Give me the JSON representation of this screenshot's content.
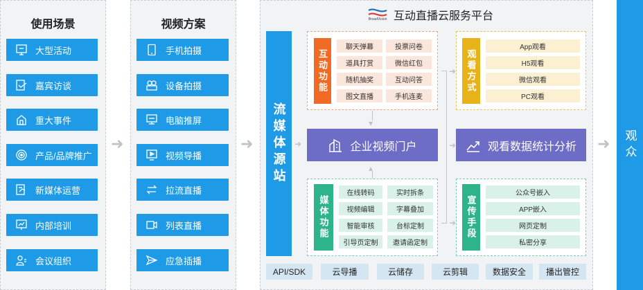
{
  "scenes": {
    "title": "使用场景",
    "items": [
      {
        "label": "大型活动",
        "icon": "event-board-icon"
      },
      {
        "label": "嘉宾访谈",
        "icon": "interview-icon"
      },
      {
        "label": "重大事件",
        "icon": "building-icon"
      },
      {
        "label": "产品/品牌推广",
        "icon": "target-icon"
      },
      {
        "label": "新媒体运营",
        "icon": "media-icon"
      },
      {
        "label": "内部培训",
        "icon": "training-board-icon"
      },
      {
        "label": "会议组织",
        "icon": "meeting-icon"
      }
    ]
  },
  "solutions": {
    "title": "视频方案",
    "items": [
      {
        "label": "手机拍摄",
        "icon": "phone-icon"
      },
      {
        "label": "设备拍摄",
        "icon": "camera-devices-icon"
      },
      {
        "label": "电脑推屏",
        "icon": "monitor-icon"
      },
      {
        "label": "视频导播",
        "icon": "video-director-icon"
      },
      {
        "label": "拉流直播",
        "icon": "swap-arrows-icon"
      },
      {
        "label": "列表直播",
        "icon": "video-list-icon"
      },
      {
        "label": "应急插播",
        "icon": "send-icon"
      }
    ]
  },
  "platform": {
    "title": "互动直播云服务平台",
    "logo_text": "BroadVision",
    "media_station": "流媒体源站",
    "portal": "企业视频门户",
    "analytics": "观看数据统计分析",
    "interactive": {
      "tag": "互动功能",
      "cells": [
        "聊天弹幕",
        "投票问卷",
        "道具打赏",
        "微信红包",
        "随机抽奖",
        "互动问答",
        "图文直播",
        "手机连麦"
      ]
    },
    "viewing": {
      "tag": "观看方式",
      "cells": [
        "App观看",
        "H5观看",
        "微信观看",
        "PC观看"
      ]
    },
    "media": {
      "tag": "媒体功能",
      "cells": [
        "在线转码",
        "实时拆条",
        "视频编辑",
        "字幕叠加",
        "智能审核",
        "台标定制",
        "引导页定制",
        "邀请函定制"
      ]
    },
    "promotion": {
      "tag": "宣传手段",
      "cells": [
        "公众号嵌入",
        "APP嵌入",
        "网页定制",
        "私密分享"
      ]
    },
    "bottom": [
      "API/SDK",
      "云导播",
      "云储存",
      "云剪辑",
      "数据安全",
      "播出管控"
    ]
  },
  "audience": "观众",
  "colors": {
    "blue": "#1e9ae6",
    "purple": "#6d6cc6",
    "orange": "#f06a26",
    "yellow": "#e8b318",
    "green": "#2eb48b",
    "light_blue": "#d5e6f3"
  }
}
